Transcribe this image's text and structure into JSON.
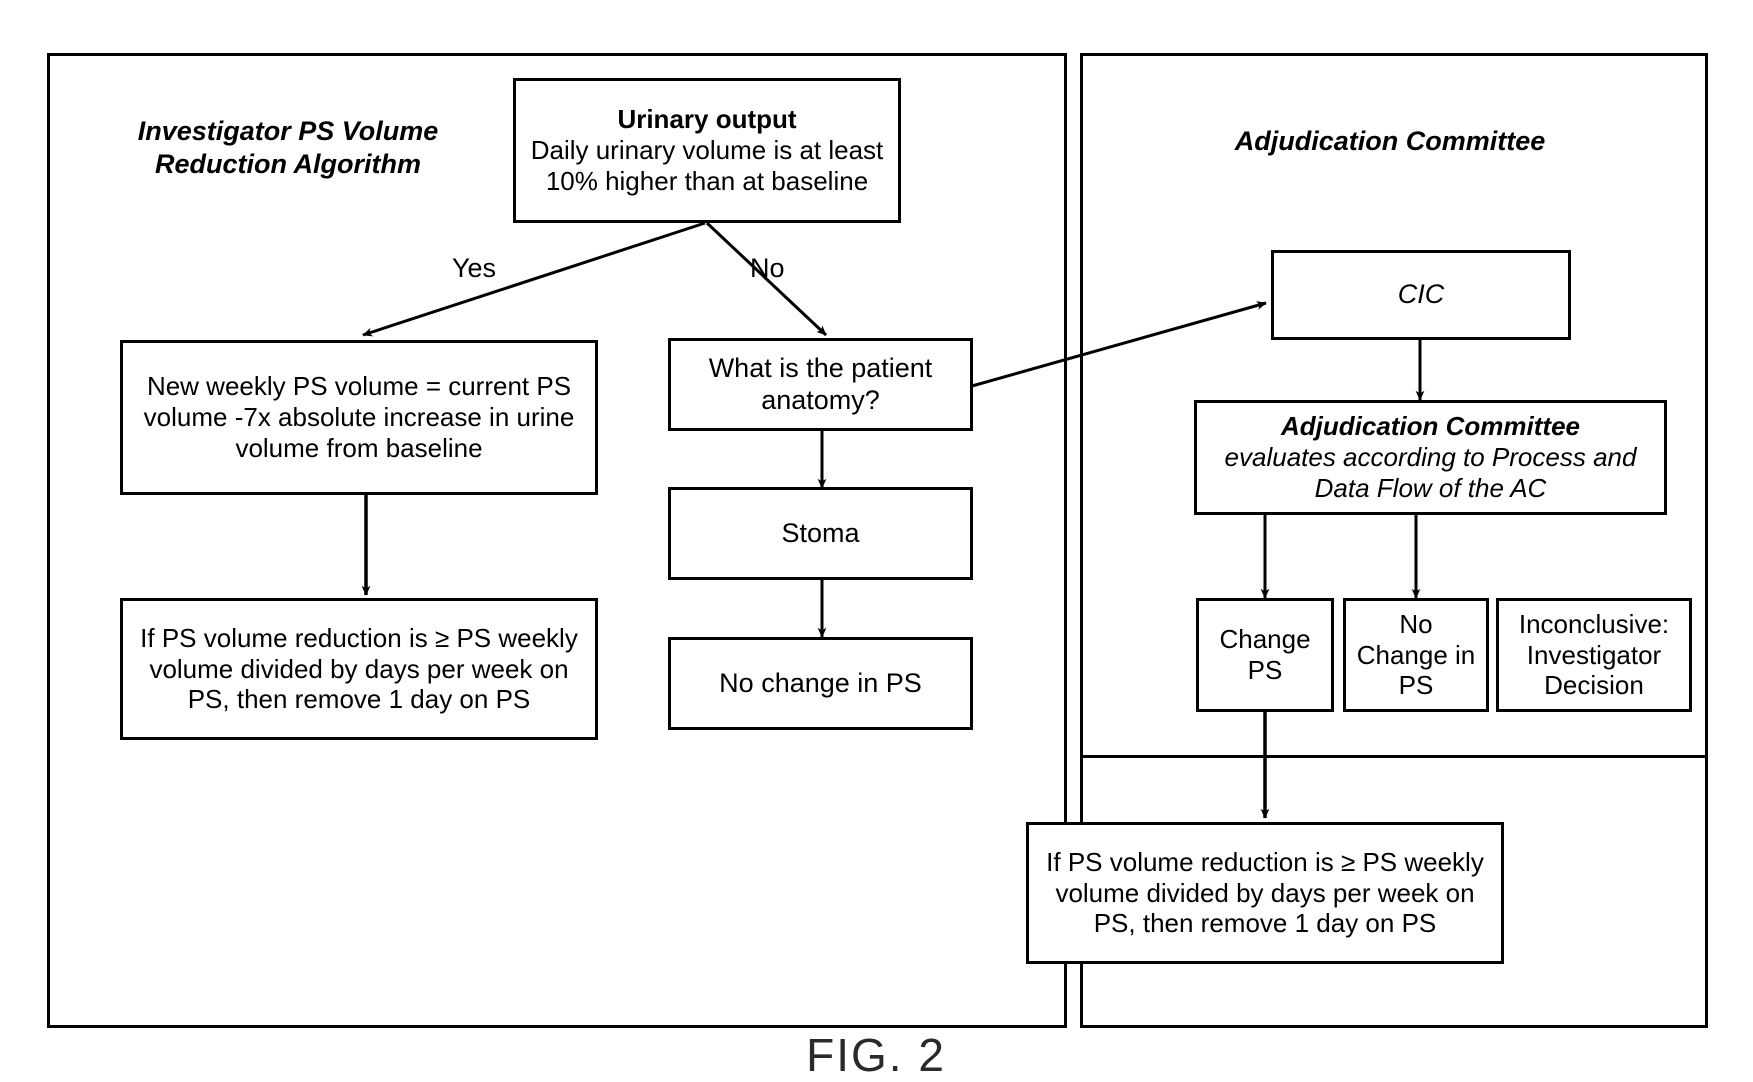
{
  "figure": {
    "caption": "FIG. 2",
    "panels": [
      {
        "id": "investigator-panel",
        "title": "Investigator PS Volume\nReduction Algorithm"
      },
      {
        "id": "adjudication-panel",
        "title": "Adjudication Committee"
      }
    ]
  },
  "nodes": {
    "urinary_output": {
      "title": "Urinary output",
      "body": "Daily urinary volume is at least 10% higher than at baseline"
    },
    "new_weekly_volume": {
      "body": "New weekly PS volume = current PS volume -7x absolute increase in urine volume from baseline"
    },
    "reduction_rule_left": {
      "body": "If PS volume reduction is ≥ PS weekly volume divided by days per week on PS, then remove 1 day on PS"
    },
    "patient_anatomy": {
      "body": "What is the patient anatomy?"
    },
    "stoma": {
      "body": "Stoma"
    },
    "no_change_in_ps": {
      "body": "No change in PS"
    },
    "cic": {
      "body": "CIC"
    },
    "ac_evaluates": {
      "title": "Adjudication Committee",
      "body": "evaluates according to Process and Data Flow of the AC"
    },
    "change_ps": {
      "body": "Change PS"
    },
    "no_change_ps_right": {
      "body": "No Change in PS"
    },
    "inconclusive": {
      "body": "Inconclusive: Investigator Decision"
    },
    "reduction_rule_right": {
      "body": "If PS volume reduction is ≥ PS weekly volume divided by days per week on PS, then remove 1 day on PS"
    }
  },
  "edge_labels": {
    "yes": "Yes",
    "no": "No"
  },
  "colors": {
    "stroke": "#000000",
    "background": "#ffffff",
    "caption": "#2a2a2a"
  }
}
